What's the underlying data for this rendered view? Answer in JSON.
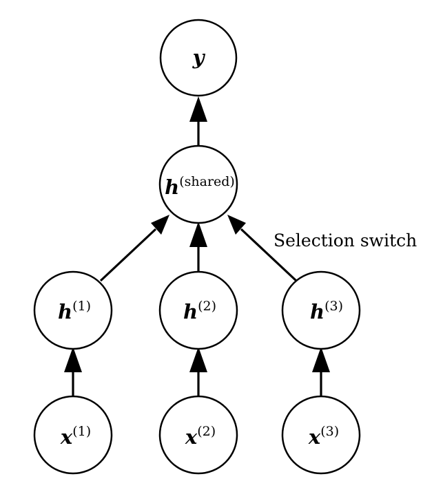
{
  "nodes": {
    "y": {
      "base": "y",
      "sup": ""
    },
    "h_shared": {
      "base": "h",
      "sup": "(shared)"
    },
    "h1": {
      "base": "h",
      "sup": "(1)"
    },
    "h2": {
      "base": "h",
      "sup": "(2)"
    },
    "h3": {
      "base": "h",
      "sup": "(3)"
    },
    "x1": {
      "base": "x",
      "sup": "(1)"
    },
    "x2": {
      "base": "x",
      "sup": "(2)"
    },
    "x3": {
      "base": "x",
      "sup": "(3)"
    }
  },
  "annotation": "Selection switch",
  "colors": {
    "stroke": "#000000",
    "fill": "#ffffff"
  }
}
